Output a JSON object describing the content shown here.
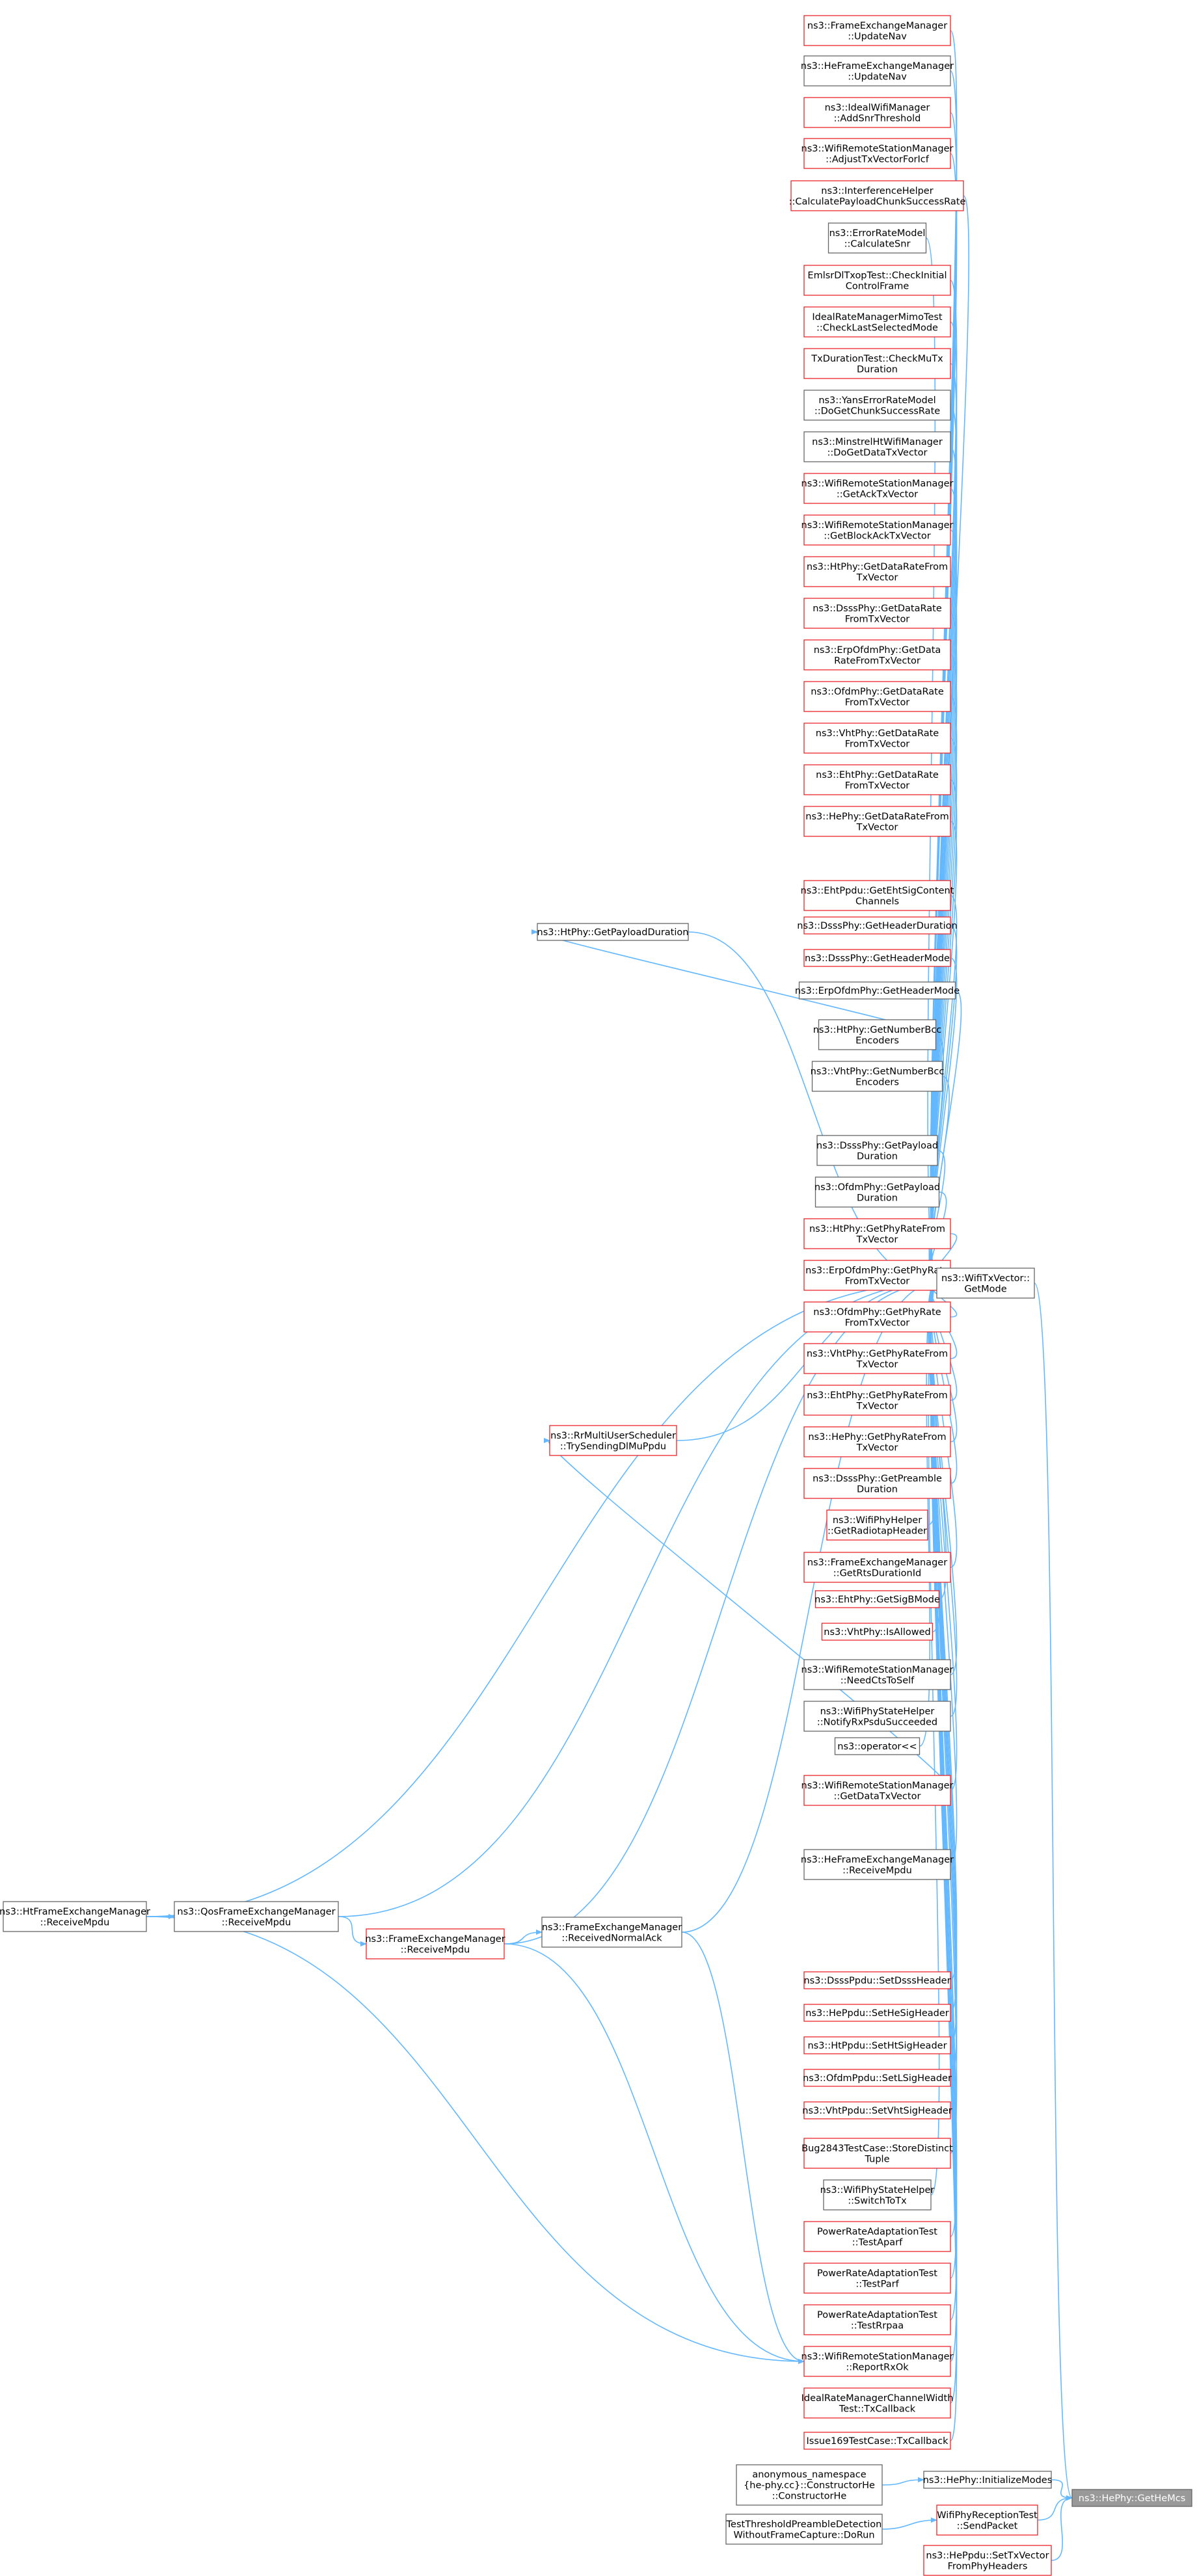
{
  "colors": {
    "red_border": "#e8262a",
    "gray_border": "#666666",
    "edge": "#63b8ff",
    "focus_fill": "#999999",
    "focus_text": "#ffffff"
  },
  "nodes": [
    {
      "id": "n0",
      "lines": [
        "ns3::FrameExchangeManager",
        "::UpdateNav"
      ],
      "style": "red"
    },
    {
      "id": "n1",
      "lines": [
        "ns3::HeFrameExchangeManager",
        "::UpdateNav"
      ],
      "style": "gray"
    },
    {
      "id": "n2",
      "lines": [
        "ns3::IdealWifiManager",
        "::AddSnrThreshold"
      ],
      "style": "red"
    },
    {
      "id": "n3",
      "lines": [
        "ns3::WifiRemoteStationManager",
        "::AdjustTxVectorForIcf"
      ],
      "style": "red"
    },
    {
      "id": "n4",
      "lines": [
        "ns3::InterferenceHelper",
        "::CalculatePayloadChunkSuccessRate"
      ],
      "style": "red"
    },
    {
      "id": "n5",
      "lines": [
        "ns3::ErrorRateModel",
        "::CalculateSnr"
      ],
      "style": "gray"
    },
    {
      "id": "n6",
      "lines": [
        "EmlsrDlTxopTest::CheckInitial",
        "ControlFrame"
      ],
      "style": "red"
    },
    {
      "id": "n7",
      "lines": [
        "IdealRateManagerMimoTest",
        "::CheckLastSelectedMode"
      ],
      "style": "red"
    },
    {
      "id": "n8",
      "lines": [
        "TxDurationTest::CheckMuTx",
        "Duration"
      ],
      "style": "red"
    },
    {
      "id": "n9",
      "lines": [
        "ns3::YansErrorRateModel",
        "::DoGetChunkSuccessRate"
      ],
      "style": "gray"
    },
    {
      "id": "n10",
      "lines": [
        "ns3::MinstrelHtWifiManager",
        "::DoGetDataTxVector"
      ],
      "style": "gray"
    },
    {
      "id": "n11",
      "lines": [
        "ns3::WifiRemoteStationManager",
        "::GetAckTxVector"
      ],
      "style": "red"
    },
    {
      "id": "n12",
      "lines": [
        "ns3::WifiRemoteStationManager",
        "::GetBlockAckTxVector"
      ],
      "style": "red"
    },
    {
      "id": "n13",
      "lines": [
        "ns3::HtPhy::GetDataRateFrom",
        "TxVector"
      ],
      "style": "red"
    },
    {
      "id": "n14",
      "lines": [
        "ns3::DsssPhy::GetDataRate",
        "FromTxVector"
      ],
      "style": "red"
    },
    {
      "id": "n15",
      "lines": [
        "ns3::ErpOfdmPhy::GetData",
        "RateFromTxVector"
      ],
      "style": "red"
    },
    {
      "id": "n16",
      "lines": [
        "ns3::OfdmPhy::GetDataRate",
        "FromTxVector"
      ],
      "style": "red"
    },
    {
      "id": "n17",
      "lines": [
        "ns3::VhtPhy::GetDataRate",
        "FromTxVector"
      ],
      "style": "red"
    },
    {
      "id": "n18",
      "lines": [
        "ns3::EhtPhy::GetDataRate",
        "FromTxVector"
      ],
      "style": "red"
    },
    {
      "id": "n19",
      "lines": [
        "ns3::HePhy::GetDataRateFrom",
        "TxVector"
      ],
      "style": "red"
    },
    {
      "id": "n20",
      "lines": [
        "ns3::EhtPpdu::GetEhtSigContent",
        "Channels"
      ],
      "style": "red"
    },
    {
      "id": "n21",
      "lines": [
        "ns3::DsssPhy::GetHeaderDuration"
      ],
      "style": "red"
    },
    {
      "id": "n22",
      "lines": [
        "ns3::DsssPhy::GetHeaderMode"
      ],
      "style": "red"
    },
    {
      "id": "n23",
      "lines": [
        "ns3::ErpOfdmPhy::GetHeaderMode"
      ],
      "style": "gray"
    },
    {
      "id": "n24",
      "lines": [
        "ns3::HtPhy::GetNumberBcc",
        "Encoders"
      ],
      "style": "gray"
    },
    {
      "id": "n25",
      "lines": [
        "ns3::VhtPhy::GetNumberBcc",
        "Encoders"
      ],
      "style": "gray"
    },
    {
      "id": "n26",
      "lines": [
        "ns3::DsssPhy::GetPayload",
        "Duration"
      ],
      "style": "gray"
    },
    {
      "id": "n27",
      "lines": [
        "ns3::OfdmPhy::GetPayload",
        "Duration"
      ],
      "style": "gray"
    },
    {
      "id": "n28",
      "lines": [
        "ns3::HtPhy::GetPhyRateFrom",
        "TxVector"
      ],
      "style": "red"
    },
    {
      "id": "n29",
      "lines": [
        "ns3::ErpOfdmPhy::GetPhyRate",
        "FromTxVector"
      ],
      "style": "red"
    },
    {
      "id": "n30",
      "lines": [
        "ns3::OfdmPhy::GetPhyRate",
        "FromTxVector"
      ],
      "style": "red"
    },
    {
      "id": "n31",
      "lines": [
        "ns3::VhtPhy::GetPhyRateFrom",
        "TxVector"
      ],
      "style": "red"
    },
    {
      "id": "n32",
      "lines": [
        "ns3::EhtPhy::GetPhyRateFrom",
        "TxVector"
      ],
      "style": "red"
    },
    {
      "id": "n33",
      "lines": [
        "ns3::HePhy::GetPhyRateFrom",
        "TxVector"
      ],
      "style": "red"
    },
    {
      "id": "n34",
      "lines": [
        "ns3::DsssPhy::GetPreamble",
        "Duration"
      ],
      "style": "red"
    },
    {
      "id": "n35",
      "lines": [
        "ns3::WifiPhyHelper",
        "::GetRadiotapHeader"
      ],
      "style": "red"
    },
    {
      "id": "n36",
      "lines": [
        "ns3::FrameExchangeManager",
        "::GetRtsDurationId"
      ],
      "style": "red"
    },
    {
      "id": "n37",
      "lines": [
        "ns3::EhtPhy::GetSigBMode"
      ],
      "style": "red"
    },
    {
      "id": "n38",
      "lines": [
        "ns3::VhtPhy::IsAllowed"
      ],
      "style": "red"
    },
    {
      "id": "n39",
      "lines": [
        "ns3::WifiRemoteStationManager",
        "::NeedCtsToSelf"
      ],
      "style": "gray"
    },
    {
      "id": "n40",
      "lines": [
        "ns3::WifiPhyStateHelper",
        "::NotifyRxPsduSucceeded"
      ],
      "style": "gray"
    },
    {
      "id": "n41",
      "lines": [
        "ns3::operator<<"
      ],
      "style": "gray"
    },
    {
      "id": "n42",
      "lines": [
        "ns3::WifiRemoteStationManager",
        "::GetDataTxVector"
      ],
      "style": "red"
    },
    {
      "id": "n43",
      "lines": [
        "ns3::HeFrameExchangeManager",
        "::ReceiveMpdu"
      ],
      "style": "gray"
    },
    {
      "id": "n44",
      "lines": [
        "ns3::FrameExchangeManager",
        "::ReceivedNormalAck"
      ],
      "style": "gray"
    },
    {
      "id": "n45",
      "lines": [
        "ns3::DsssPpdu::SetDsssHeader"
      ],
      "style": "red"
    },
    {
      "id": "n46",
      "lines": [
        "ns3::HePpdu::SetHeSigHeader"
      ],
      "style": "red"
    },
    {
      "id": "n47",
      "lines": [
        "ns3::HtPpdu::SetHtSigHeader"
      ],
      "style": "red"
    },
    {
      "id": "n48",
      "lines": [
        "ns3::OfdmPpdu::SetLSigHeader"
      ],
      "style": "red"
    },
    {
      "id": "n49",
      "lines": [
        "ns3::VhtPpdu::SetVhtSigHeader"
      ],
      "style": "red"
    },
    {
      "id": "n50",
      "lines": [
        "Bug2843TestCase::StoreDistinct",
        "Tuple"
      ],
      "style": "red"
    },
    {
      "id": "n51",
      "lines": [
        "ns3::WifiPhyStateHelper",
        "::SwitchToTx"
      ],
      "style": "gray"
    },
    {
      "id": "n52",
      "lines": [
        "PowerRateAdaptationTest",
        "::TestAparf"
      ],
      "style": "red"
    },
    {
      "id": "n53",
      "lines": [
        "PowerRateAdaptationTest",
        "::TestParf"
      ],
      "style": "red"
    },
    {
      "id": "n54",
      "lines": [
        "PowerRateAdaptationTest",
        "::TestRrpaa"
      ],
      "style": "red"
    },
    {
      "id": "n55",
      "lines": [
        "ns3::WifiRemoteStationManager",
        "::ReportRxOk"
      ],
      "style": "red"
    },
    {
      "id": "n56",
      "lines": [
        "IdealRateManagerChannelWidth",
        "Test::TxCallback"
      ],
      "style": "red"
    },
    {
      "id": "n57",
      "lines": [
        "Issue169TestCase::TxCallback"
      ],
      "style": "red"
    },
    {
      "id": "wtx",
      "lines": [
        "ns3::WifiTxVector::",
        "GetMode"
      ],
      "style": "gray"
    },
    {
      "id": "htpl",
      "lines": [
        "ns3::HtPhy::GetPayloadDuration"
      ],
      "style": "gray"
    },
    {
      "id": "rr",
      "lines": [
        "ns3::RrMultiUserScheduler",
        "::TrySendingDlMuPpdu"
      ],
      "style": "red"
    },
    {
      "id": "htfem",
      "lines": [
        "ns3::HtFrameExchangeManager",
        "::ReceiveMpdu"
      ],
      "style": "gray"
    },
    {
      "id": "qos",
      "lines": [
        "ns3::QosFrameExchangeManager",
        "::ReceiveMpdu"
      ],
      "style": "gray"
    },
    {
      "id": "femrx",
      "lines": [
        "ns3::FrameExchangeManager",
        "::ReceiveMpdu"
      ],
      "style": "red"
    },
    {
      "id": "anon",
      "lines": [
        "anonymous_namespace",
        "{he-phy.cc}::ConstructorHe",
        "::ConstructorHe"
      ],
      "style": "gray"
    },
    {
      "id": "init",
      "lines": [
        "ns3::HePhy::InitializeModes"
      ],
      "style": "gray"
    },
    {
      "id": "tt",
      "lines": [
        "TestThresholdPreambleDetection",
        "WithoutFrameCapture::DoRun"
      ],
      "style": "gray"
    },
    {
      "id": "wprt",
      "lines": [
        "WifiPhyReceptionTest",
        "::SendPacket"
      ],
      "style": "red"
    },
    {
      "id": "heppdu",
      "lines": [
        "ns3::HePpdu::SetTxVector",
        "FromPhyHeaders"
      ],
      "style": "red"
    },
    {
      "id": "focus",
      "lines": [
        "ns3::HePhy::GetHeMcs"
      ],
      "style": "focus"
    }
  ],
  "edges": [
    {
      "from": "htpl",
      "to": "wtx"
    },
    {
      "from": "n24",
      "to": "htpl"
    },
    {
      "from": "rr",
      "to": "wtx"
    },
    {
      "from": "n42",
      "to": "rr"
    },
    {
      "from": "htfem",
      "to": "wtx"
    },
    {
      "from": "htfem",
      "to": "qos"
    },
    {
      "from": "qos",
      "to": "wtx"
    },
    {
      "from": "qos",
      "to": "femrx"
    },
    {
      "from": "femrx",
      "to": "wtx"
    },
    {
      "from": "femrx",
      "to": "n44"
    },
    {
      "from": "htfem",
      "to": "n55"
    },
    {
      "from": "femrx",
      "to": "n55"
    },
    {
      "from": "n44",
      "to": "n55"
    },
    {
      "from": "wtx",
      "to": "focus"
    },
    {
      "from": "init",
      "to": "focus"
    },
    {
      "from": "anon",
      "to": "init"
    },
    {
      "from": "wprt",
      "to": "focus"
    },
    {
      "from": "tt",
      "to": "wprt"
    },
    {
      "from": "heppdu",
      "to": "focus"
    }
  ]
}
